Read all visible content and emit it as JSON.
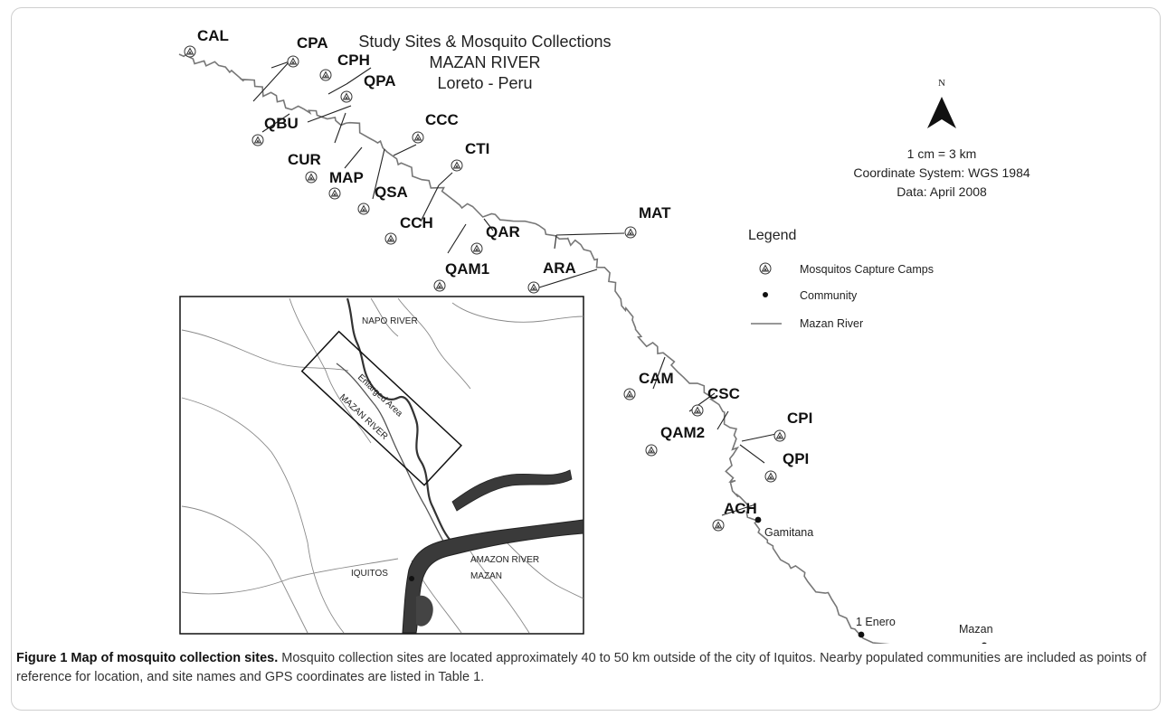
{
  "map": {
    "title_lines": [
      "Study Sites & Mosquito Collections",
      "MAZAN RIVER",
      "Loreto - Peru"
    ],
    "north_label": "N",
    "scale": "1 cm = 3 km",
    "coordinate_system": "Coordinate System: WGS 1984",
    "data_date": "Data: April 2008",
    "legend": {
      "title": "Legend",
      "items": [
        {
          "symbol": "camp-icon",
          "label": "Mosquitos Capture Camps"
        },
        {
          "symbol": "community-dot-icon",
          "label": "Community"
        },
        {
          "symbol": "river-line-icon",
          "label": "Mazan River"
        }
      ]
    },
    "camp_sites": [
      "CAL",
      "CPA",
      "CPH",
      "QPA",
      "QBU",
      "CUR",
      "MAP",
      "CCC",
      "CTI",
      "QSA",
      "CCH",
      "QAR",
      "MAT",
      "QAM1",
      "ARA",
      "CAM",
      "CSC",
      "QAM2",
      "CPI",
      "QPI",
      "ACH"
    ],
    "communities": [
      "Gamitana",
      "1 Enero",
      "Mazan"
    ],
    "inset": {
      "labels": [
        "NAPO RIVER",
        "Enlarged Area",
        "MAZAN RIVER",
        "AMAZON RIVER",
        "MAZAN",
        "IQUITOS"
      ]
    }
  },
  "caption": {
    "label": "Figure 1 Map of mosquito collection sites.",
    "text": " Mosquito collection sites are located approximately 40 to 50 km outside of the city of Iquitos. Nearby populated communities are included as points of reference for location, and site names and GPS coordinates are listed in Table 1."
  }
}
